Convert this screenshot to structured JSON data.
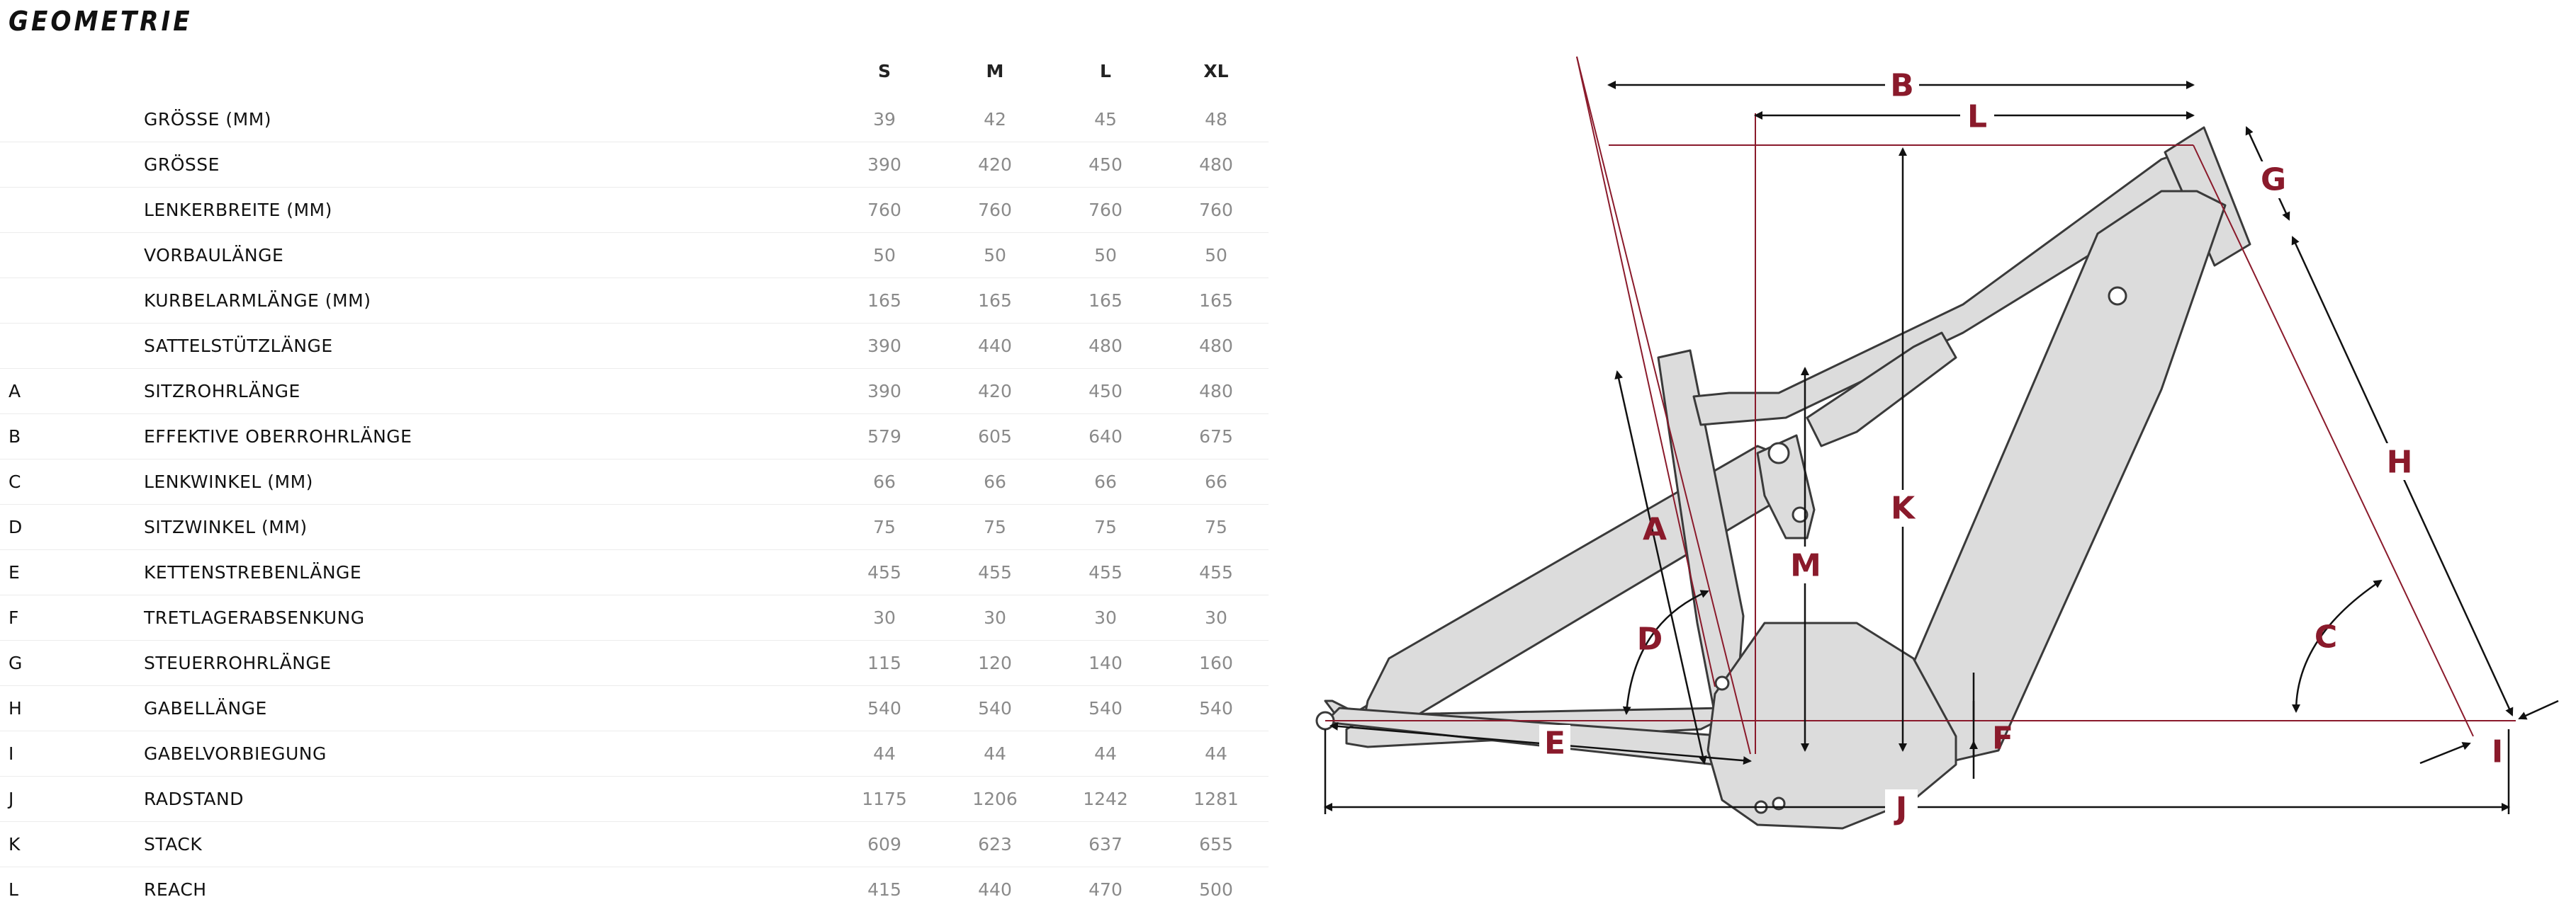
{
  "title": "GEOMETRIE",
  "sizes": [
    "S",
    "M",
    "L",
    "XL"
  ],
  "rows": [
    {
      "letter": "",
      "label": "GRÖSSE (MM)",
      "values": [
        "39",
        "42",
        "45",
        "48"
      ]
    },
    {
      "letter": "",
      "label": "GRÖSSE",
      "values": [
        "390",
        "420",
        "450",
        "480"
      ]
    },
    {
      "letter": "",
      "label": "LENKERBREITE (MM)",
      "values": [
        "760",
        "760",
        "760",
        "760"
      ]
    },
    {
      "letter": "",
      "label": "VORBAULÄNGE",
      "values": [
        "50",
        "50",
        "50",
        "50"
      ]
    },
    {
      "letter": "",
      "label": "KURBELARMLÄNGE (MM)",
      "values": [
        "165",
        "165",
        "165",
        "165"
      ]
    },
    {
      "letter": "",
      "label": "SATTELSTÜTZLÄNGE",
      "values": [
        "390",
        "440",
        "480",
        "480"
      ]
    },
    {
      "letter": "A",
      "label": "SITZROHRLÄNGE",
      "values": [
        "390",
        "420",
        "450",
        "480"
      ]
    },
    {
      "letter": "B",
      "label": "EFFEKTIVE OBERROHRLÄNGE",
      "values": [
        "579",
        "605",
        "640",
        "675"
      ]
    },
    {
      "letter": "C",
      "label": "LENKWINKEL (MM)",
      "values": [
        "66",
        "66",
        "66",
        "66"
      ]
    },
    {
      "letter": "D",
      "label": "SITZWINKEL (MM)",
      "values": [
        "75",
        "75",
        "75",
        "75"
      ]
    },
    {
      "letter": "E",
      "label": "KETTENSTREBENLÄNGE",
      "values": [
        "455",
        "455",
        "455",
        "455"
      ]
    },
    {
      "letter": "F",
      "label": "TRETLAGERABSENKUNG",
      "values": [
        "30",
        "30",
        "30",
        "30"
      ]
    },
    {
      "letter": "G",
      "label": "STEUERROHRLÄNGE",
      "values": [
        "115",
        "120",
        "140",
        "160"
      ]
    },
    {
      "letter": "H",
      "label": "GABELLÄNGE",
      "values": [
        "540",
        "540",
        "540",
        "540"
      ]
    },
    {
      "letter": "I",
      "label": "GABELVORBIEGUNG",
      "values": [
        "44",
        "44",
        "44",
        "44"
      ]
    },
    {
      "letter": "J",
      "label": "RADSTAND",
      "values": [
        "1175",
        "1206",
        "1242",
        "1281"
      ]
    },
    {
      "letter": "K",
      "label": "STACK",
      "values": [
        "609",
        "623",
        "637",
        "655"
      ]
    },
    {
      "letter": "L",
      "label": "REACH",
      "values": [
        "415",
        "440",
        "470",
        "500"
      ]
    }
  ],
  "diagram": {
    "labels": {
      "A": "A",
      "B": "B",
      "C": "C",
      "D": "D",
      "E": "E",
      "F": "F",
      "G": "G",
      "H": "H",
      "I": "I",
      "J": "J",
      "K": "K",
      "L": "L",
      "M": "M"
    },
    "accent_color": "#8a1a2b",
    "frame_color": "#dcdcdc"
  }
}
